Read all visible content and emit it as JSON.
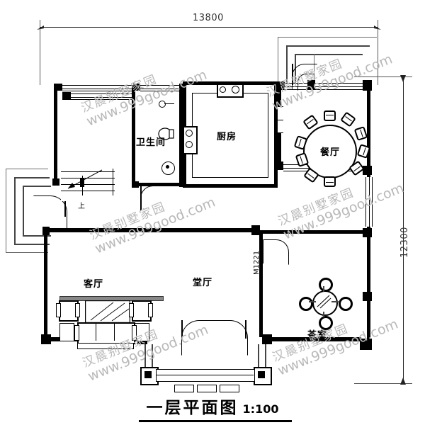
{
  "drawing": {
    "title_main": "一层平面图",
    "title_scale": "1:100",
    "dimensions": {
      "top_label": "13800",
      "right_label": "12300"
    },
    "door_tag": "M1221",
    "stair_tag": "上"
  },
  "rooms": [
    {
      "id": "bathroom",
      "label": "卫生间"
    },
    {
      "id": "kitchen",
      "label": "厨房"
    },
    {
      "id": "dining",
      "label": "餐厅"
    },
    {
      "id": "living",
      "label": "客厅"
    },
    {
      "id": "hall",
      "label": "堂厅"
    },
    {
      "id": "tearoom",
      "label": "茶室"
    }
  ],
  "watermark": {
    "cn": "汉晨别墅家园",
    "url": "www.999good.com",
    "color": "#b9b9b9"
  },
  "colors": {
    "wall": "#000000",
    "thin": "#6b6b6b",
    "dimension": "#333333",
    "paper": "#ffffff"
  }
}
